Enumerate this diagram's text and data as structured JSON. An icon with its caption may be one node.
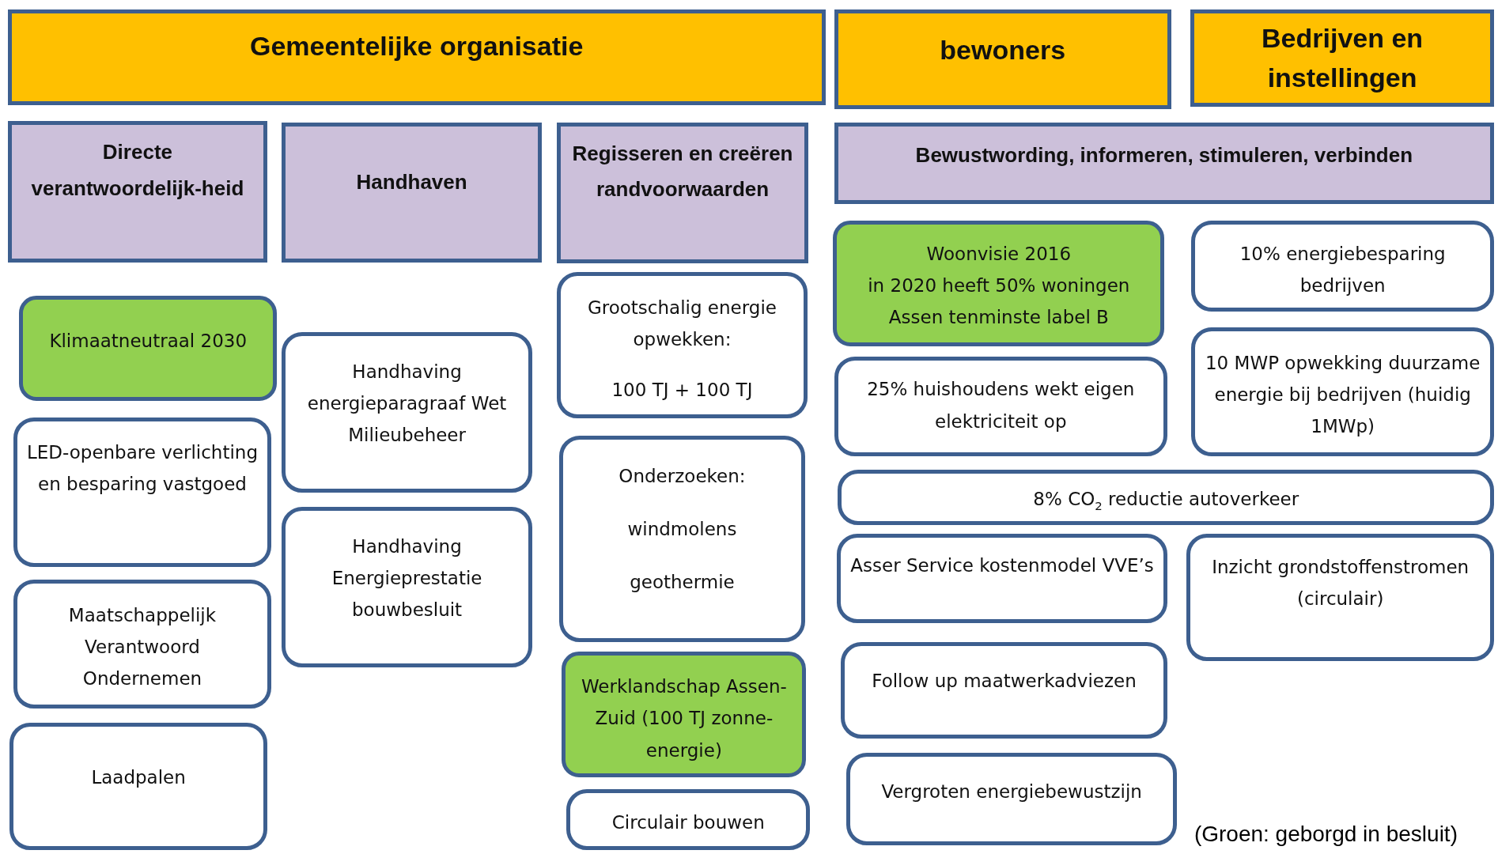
{
  "diagram": {
    "nodes": [
      {
        "text": [
          "Gemeentelijke organisatie"
        ]
      },
      {
        "text": [
          "bewoners"
        ]
      },
      {
        "text": [
          "Bedrijven en instellingen"
        ]
      },
      {
        "text": [
          "Directe verantwoordelijk-heid"
        ]
      },
      {
        "text": [
          "Handhaven"
        ]
      },
      {
        "text": [
          "Regisseren en creëren randvoorwaarden"
        ]
      },
      {
        "text": [
          "Bewustwording, informeren, stimuleren, verbinden"
        ]
      },
      {
        "text": [
          "Klimaatneutraal 2030"
        ]
      },
      {
        "text": [
          "LED-openbare verlichting en besparing vastgoed"
        ]
      },
      {
        "text": [
          "Maatschappelijk Verantwoord Ondernemen"
        ]
      },
      {
        "text": [
          "Laadpalen"
        ]
      },
      {
        "text": [
          "Handhaving energieparagraaf Wet Milieubeheer"
        ]
      },
      {
        "text": [
          "Handhaving Energieprestatie bouwbesluit"
        ]
      },
      {
        "text": [
          "Grootschalig energie opwekken:",
          "100 TJ + 100 TJ"
        ]
      },
      {
        "text": [
          "Onderzoeken:",
          "windmolens",
          "geothermie"
        ]
      },
      {
        "text": [
          "Werklandschap Assen-Zuid (100 TJ zonne-energie)"
        ]
      },
      {
        "text": [
          "Circulair bouwen"
        ]
      },
      {
        "text": [
          "Woonvisie 2016",
          "in 2020 heeft 50% woningen Assen tenminste label B"
        ]
      },
      {
        "text": [
          "10% energiebesparing bedrijven"
        ]
      },
      {
        "text": [
          "25% huishoudens wekt eigen elektriciteit op"
        ]
      },
      {
        "text": [
          "10 MWP opwekking duurzame energie bij bedrijven (huidig 1MWp)"
        ]
      },
      {
        "text": [
          "8% CO$_{2}$ reductie autoverkeer"
        ]
      },
      {
        "text": [
          "Asser Service kostenmodel VVE’s"
        ]
      },
      {
        "text": [
          "Inzicht grondstoffenstromen (circulair)"
        ]
      },
      {
        "text": [
          "Follow up maatwerkadviezen"
        ]
      },
      {
        "text": [
          "Vergroten energiebewustzijn"
        ]
      }
    ],
    "labels": [
      "(Groen: geborgd in besluit)"
    ]
  }
}
